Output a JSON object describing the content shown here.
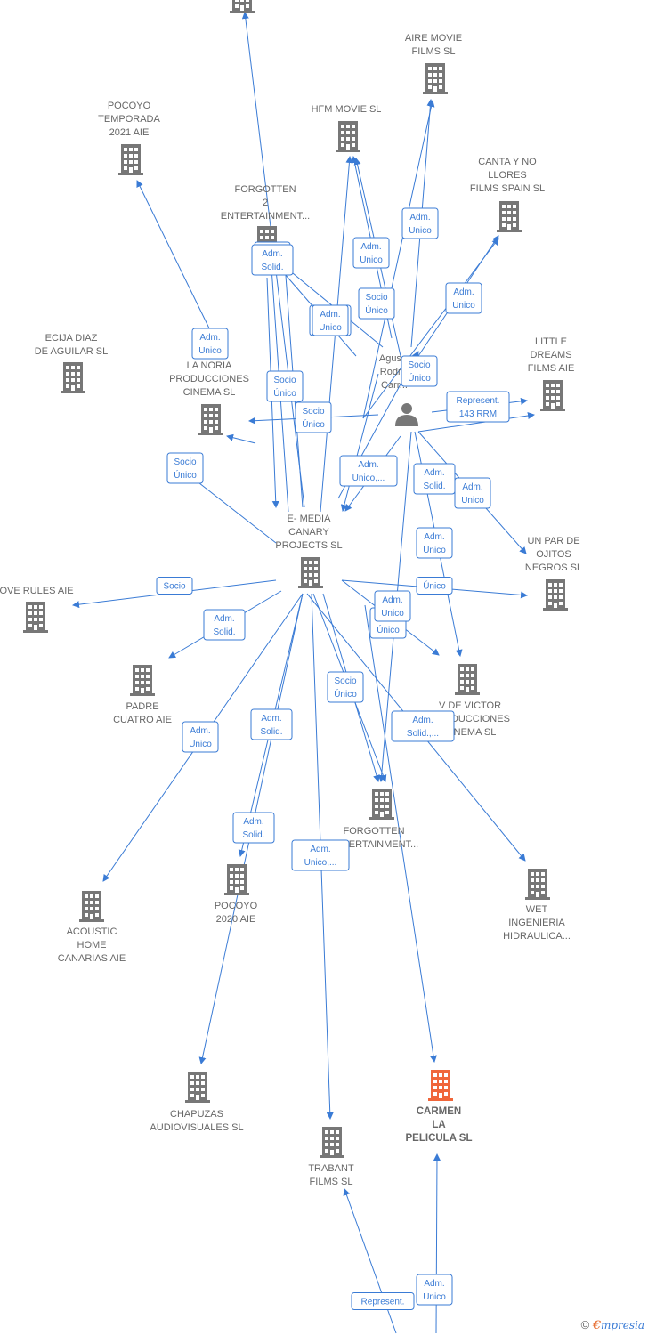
{
  "colors": {
    "edge": "#3a7bd5",
    "node": "#777777",
    "main_node": "#f0663a",
    "person": "#777777"
  },
  "nodes": [
    {
      "id": "top",
      "lines": [],
      "icon": "building-icon"
    },
    {
      "id": "aire",
      "lines": [
        "AIRE MOVIE",
        "FILMS  SL"
      ],
      "icon": "building-icon"
    },
    {
      "id": "hfm",
      "lines": [
        "HFM MOVIE  SL"
      ],
      "icon": "building-icon"
    },
    {
      "id": "pocoyo21",
      "lines": [
        "POCOYO",
        "TEMPORADA",
        "2021  AIE"
      ],
      "icon": "building-icon"
    },
    {
      "id": "forgotten2",
      "lines": [
        "FORGOTTEN",
        "2",
        "ENTERTAINMENT..."
      ],
      "icon": "building-icon"
    },
    {
      "id": "canta",
      "lines": [
        "CANTA Y NO",
        "LLORES",
        "FILMS SPAIN  SL"
      ],
      "icon": "building-icon"
    },
    {
      "id": "ecija",
      "lines": [
        "ECIJA DIAZ",
        "DE AGUILAR  SL"
      ],
      "icon": "building-icon"
    },
    {
      "id": "noria",
      "lines": [
        "LA NORIA",
        "PRODUCCIONES",
        "CINEMA  SL"
      ],
      "icon": "building-icon"
    },
    {
      "id": "person",
      "lines": [
        "Agus...",
        "Rodr...",
        "Carr..."
      ],
      "icon": "person-icon"
    },
    {
      "id": "little",
      "lines": [
        "LITTLE",
        "DREAMS",
        "FILMS  AIE"
      ],
      "icon": "building-icon"
    },
    {
      "id": "emedia",
      "lines": [
        "E- MEDIA",
        "CANARY",
        "PROJECTS  SL"
      ],
      "icon": "building-icon"
    },
    {
      "id": "ojitos",
      "lines": [
        "UN PAR DE",
        "OJITOS",
        "NEGROS  SL"
      ],
      "icon": "building-icon"
    },
    {
      "id": "loverules",
      "lines": [
        "LOVE RULES AIE"
      ],
      "icon": "building-icon"
    },
    {
      "id": "padre",
      "lines": [
        "PADRE",
        "CUATRO AIE"
      ],
      "icon": "building-icon"
    },
    {
      "id": "victor",
      "lines": [
        "V DE VICTOR",
        "PRODUCCIONES",
        "CINEMA  SL"
      ],
      "icon": "building-icon"
    },
    {
      "id": "forgotten",
      "lines": [
        "FORGOTTEN",
        "ENTERTAINMENT..."
      ],
      "icon": "building-icon"
    },
    {
      "id": "acoustic",
      "lines": [
        "ACOUSTIC",
        "HOME",
        "CANARIAS AIE"
      ],
      "icon": "building-icon"
    },
    {
      "id": "pocoyo20",
      "lines": [
        "POCOYO",
        "2020  AIE"
      ],
      "icon": "building-icon"
    },
    {
      "id": "wet",
      "lines": [
        "WET",
        "INGENIERIA",
        "HIDRAULICA..."
      ],
      "icon": "building-icon"
    },
    {
      "id": "chapuzas",
      "lines": [
        "CHAPUZAS",
        "AUDIOVISUALES SL"
      ],
      "icon": "building-icon"
    },
    {
      "id": "trabant",
      "lines": [
        "TRABANT",
        "FILMS  SL"
      ],
      "icon": "building-icon"
    },
    {
      "id": "carmen",
      "lines": [
        "CARMEN",
        "LA",
        "PELICULA  SL"
      ],
      "icon": "building-icon",
      "main": true
    }
  ],
  "edges": [
    {
      "lines": [
        "Adm.",
        "Unico"
      ]
    },
    {
      "lines": [
        "Adm.",
        "Unico"
      ]
    },
    {
      "lines": [
        "Socio",
        "Único"
      ]
    },
    {
      "lines": [
        "Adm.",
        "Unico"
      ]
    },
    {
      "lines": [
        "Adm.",
        "Solid."
      ]
    },
    {
      "lines": [
        "Adm.",
        "Unico"
      ]
    },
    {
      "lines": [
        "Adm.",
        "Unico"
      ]
    },
    {
      "lines": [
        "Adm.",
        "Solid."
      ]
    },
    {
      "lines": [
        "Socio",
        "Único"
      ]
    },
    {
      "lines": [
        "Adm.",
        "Unico"
      ]
    },
    {
      "lines": [
        "Socio",
        "Único"
      ]
    },
    {
      "lines": [
        "Represent.",
        "143 RRM"
      ]
    },
    {
      "lines": [
        "Socio",
        "Único"
      ]
    },
    {
      "lines": [
        "Socio",
        "Único"
      ]
    },
    {
      "lines": [
        "Adm.",
        "Unico,..."
      ]
    },
    {
      "lines": [
        "Adm.",
        "Solid."
      ]
    },
    {
      "lines": [
        "Adm.",
        "Unico"
      ]
    },
    {
      "lines": [
        "Adm.",
        "Unico"
      ]
    },
    {
      "lines": [
        "Socio"
      ]
    },
    {
      "lines": [
        "Socio",
        "Único"
      ]
    },
    {
      "lines": [
        "Adm.",
        "Solid."
      ]
    },
    {
      "lines": [
        "Adm.",
        "Unico"
      ]
    },
    {
      "lines": [
        "Único"
      ]
    },
    {
      "lines": [
        "Socio",
        "Único"
      ]
    },
    {
      "lines": [
        "Adm.",
        "Unico"
      ]
    },
    {
      "lines": [
        "Adm.",
        "Solid."
      ]
    },
    {
      "lines": [
        "Adm.",
        "Solid.,..."
      ]
    },
    {
      "lines": [
        "Adm.",
        "Solid."
      ]
    },
    {
      "lines": [
        "Socio",
        "Único"
      ]
    },
    {
      "lines": [
        "Adm.",
        "Unico,..."
      ]
    },
    {
      "lines": [
        "Represent."
      ]
    },
    {
      "lines": [
        "Adm.",
        "Unico"
      ]
    }
  ],
  "footer": {
    "copyright": "©",
    "brand_first": "€",
    "brand_rest": "mpresia"
  }
}
